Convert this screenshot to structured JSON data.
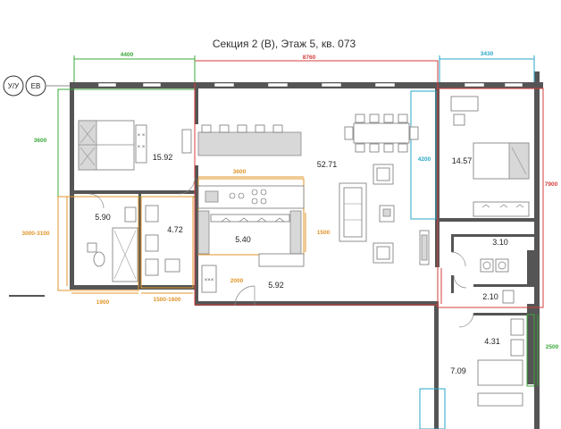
{
  "title": "Секция 2 (В), Этаж 5, кв. 073",
  "markers": {
    "uu": "У/У",
    "ev": "ЕВ"
  },
  "rooms": {
    "bedroom1": "15.92",
    "living": "52.71",
    "bedroom2": "14.57",
    "bath1": "5.90",
    "wc1": "4.72",
    "dressing": "5.40",
    "hall": "5.92",
    "utility": "3.10",
    "wc2": "2.10",
    "bath2": "4.31",
    "corridor": "7.09"
  },
  "dimensions": {
    "d4400": "4400",
    "d8760": "8760",
    "d3430": "3430",
    "d3600a": "3600",
    "d3600b": "3600",
    "d4200": "4200",
    "d7900": "7900",
    "d3000": "3000-3100",
    "d1500": "1500",
    "d2000": "2000",
    "d1900": "1900",
    "d1500_1600": "1500-1600",
    "d2500": "2500"
  },
  "colors": {
    "green": "#3aa83a",
    "red": "#d43c3c",
    "cyan": "#2aa6c8",
    "orange": "#e0952a",
    "wall": "#555555"
  }
}
